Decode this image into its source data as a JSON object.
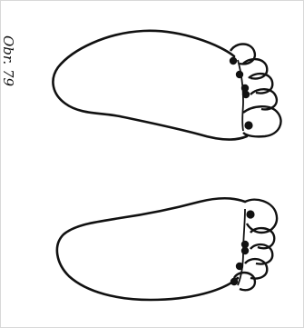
{
  "figure": {
    "caption": "Obr. 79"
  },
  "colors": {
    "ink": "#111111",
    "paper": "#ffffff",
    "frame": "#d8d8d8"
  },
  "feet": [
    {
      "side": "upper",
      "marked_points": 5
    },
    {
      "side": "lower",
      "marked_points": 5
    }
  ]
}
